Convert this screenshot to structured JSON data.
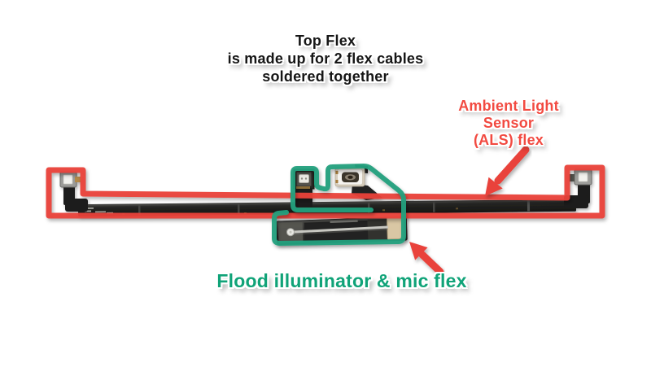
{
  "annotations": {
    "top_note": {
      "line1": "Top Flex",
      "line2": "is made up for 2 flex cables",
      "line3": "soldered together"
    },
    "als": {
      "line1": "Ambient Light",
      "line2": "Sensor",
      "line3": "(ALS) flex"
    },
    "flood": {
      "label": "Flood illuminator & mic flex"
    }
  },
  "colors": {
    "als_red": "#e9423a",
    "als_text_red": "#f24a41",
    "flood_teal": "#23a07d",
    "flood_text_teal": "#10a378",
    "note_black": "#161616",
    "background": "#ffffff",
    "cable_black": "#222220"
  }
}
